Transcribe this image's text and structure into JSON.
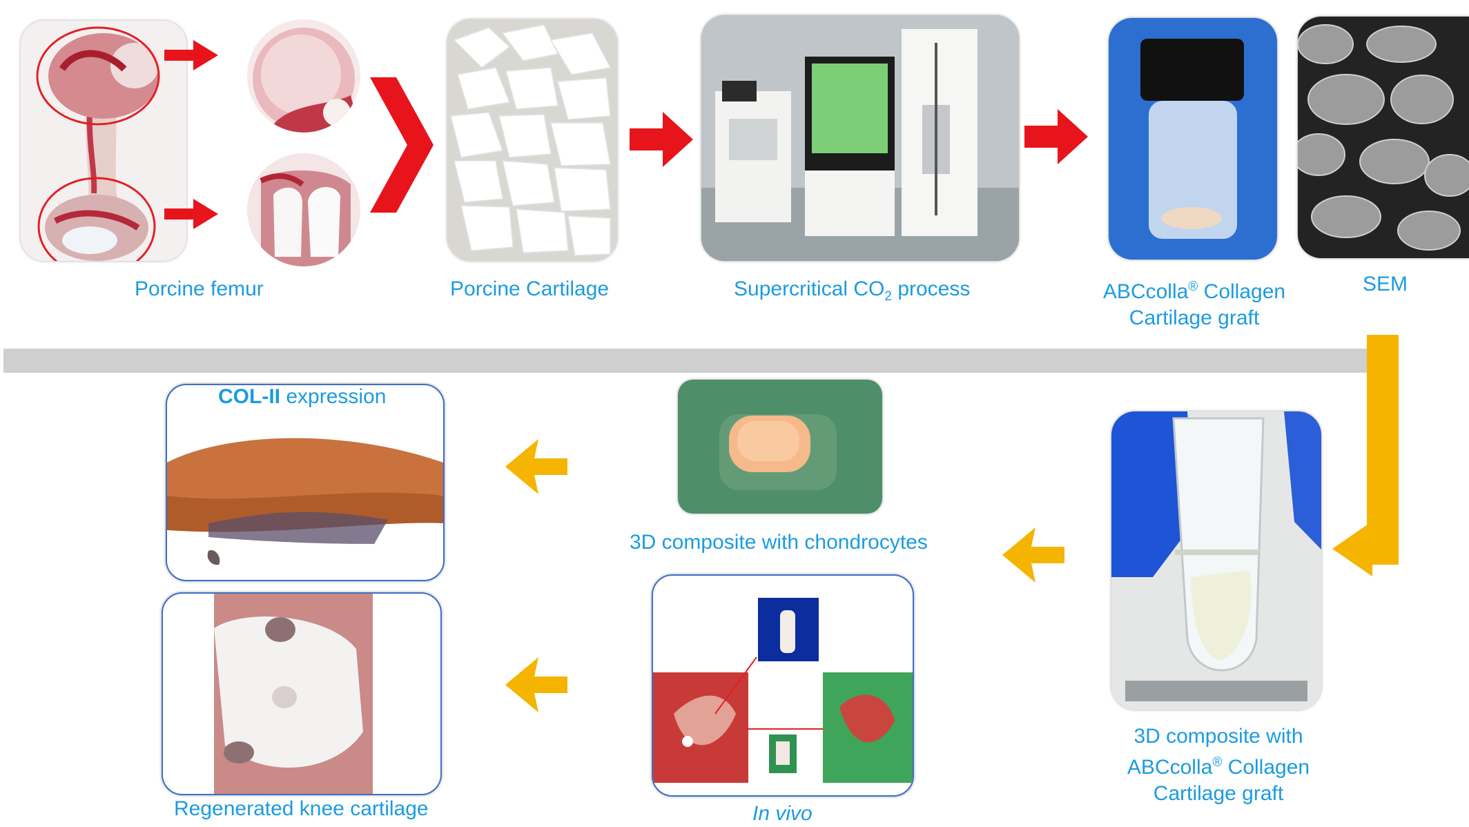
{
  "colors": {
    "caption": "#1b9be0",
    "red_arrow": "#e8141c",
    "gold_arrow": "#f5b400",
    "gray_band": "#cfcfcf",
    "panel_border": "#3d6fc6"
  },
  "top_row": {
    "porcine_femur": {
      "caption": "Porcine femur"
    },
    "porcine_cartilage": {
      "caption": "Porcine Cartilage"
    },
    "supercritical": {
      "caption_prefix": "Supercritical CO",
      "caption_sub": "2",
      "caption_suffix": " process"
    },
    "abccolla_graft": {
      "line1_prefix": "ABCcolla",
      "line1_sup": "®",
      "line1_suffix": " Collagen",
      "line2": "Cartilage graft"
    },
    "sem": {
      "caption": "SEM"
    }
  },
  "bottom_row": {
    "composite_graft": {
      "line1": "3D composite with",
      "line2_prefix": "ABCcolla",
      "line2_sup": "®",
      "line2_suffix": " Collagen",
      "line3": "Cartilage graft"
    },
    "composite_chondrocytes": {
      "caption": "3D composite with chondrocytes"
    },
    "in_vivo": {
      "caption": "In vivo"
    },
    "col2": {
      "bold": "COL-II",
      "rest": " expression"
    },
    "regenerated": {
      "caption": "Regenerated knee cartilage"
    }
  },
  "icons": {
    "arrows": [
      "arrow-right-icon",
      "arrow-left-icon",
      "arrow-down-left-icon",
      "chevron-merge-icon"
    ]
  }
}
